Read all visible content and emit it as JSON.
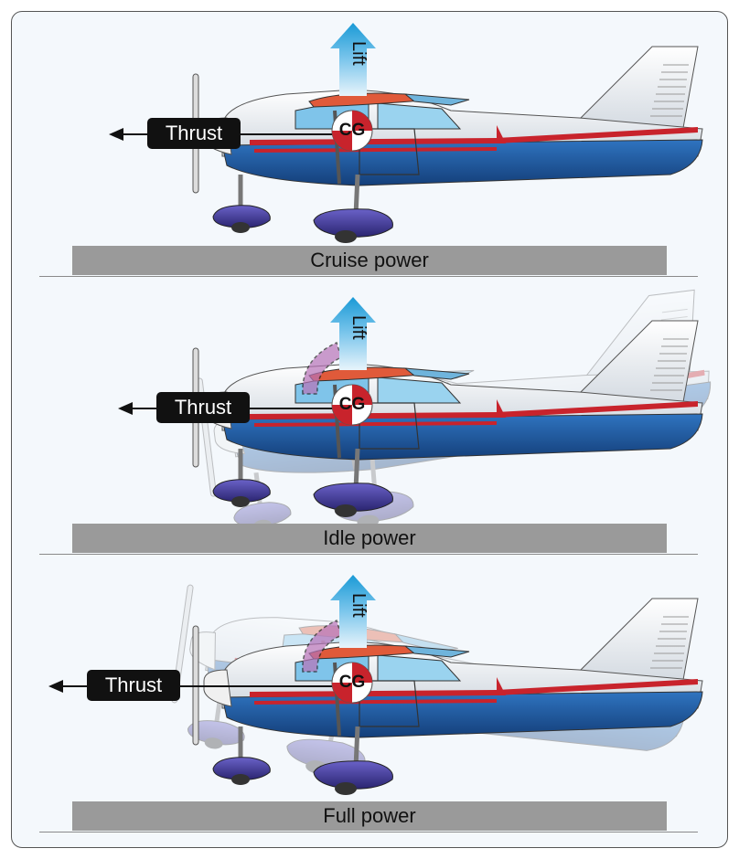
{
  "panels": [
    {
      "id": "cruise",
      "caption": "Cruise power",
      "thrust_label": "Thrust",
      "lift_label": "Lift",
      "cg_label": "CG"
    },
    {
      "id": "idle",
      "caption": "Idle power",
      "thrust_label": "Thrust",
      "lift_label": "Lift",
      "cg_label": "CG"
    },
    {
      "id": "full",
      "caption": "Full power",
      "thrust_label": "Thrust",
      "lift_label": "Lift",
      "cg_label": "CG"
    }
  ],
  "colors": {
    "fuselage_blue": "#1f5fa8",
    "stripe_red": "#c8232c",
    "lift_arrow": "#1a9ad6",
    "thrust_box": "#111111",
    "caption_bar": "#9a9a9a",
    "pitch_arc": "#b873b8"
  }
}
